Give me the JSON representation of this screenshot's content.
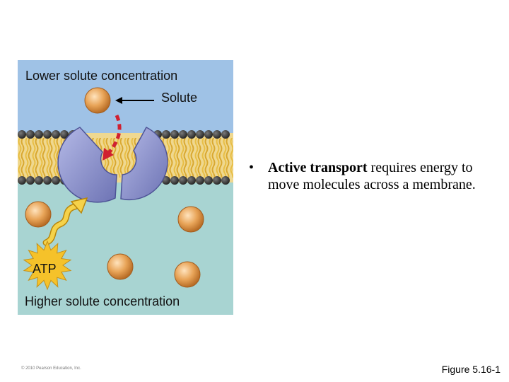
{
  "figure": {
    "top_label": "Lower solute concentration",
    "solute_label": "Solute",
    "bottom_label": "Higher solute concentration",
    "atp_label": "ATP",
    "colors": {
      "extracellular": "#9fc2e6",
      "intracellular": "#a8d4d2",
      "phospholipid_head": "#3c3c3c",
      "lipid_tail": "#e8be45",
      "protein": "#8c92cc",
      "solute": "#e8a458",
      "arrow": "#d02030",
      "atp_star": "#f5c22a"
    }
  },
  "bullet": {
    "marker": "•",
    "bold_text": "Active transport",
    "text": " requires energy to move molecules across a membrane."
  },
  "copyright": "© 2010 Pearson Education, Inc.",
  "caption": "Figure 5.16-1"
}
